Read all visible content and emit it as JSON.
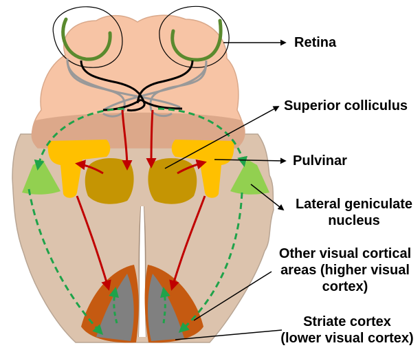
{
  "labels": {
    "retina": "Retina",
    "superior_colliculus": "Superior colliculus",
    "pulvinar": "Pulvinar",
    "lgn_line1": "Lateral geniculate",
    "lgn_line2": "nucleus",
    "other_line1": "Other visual cortical",
    "other_line2": "areas (higher visual",
    "other_line3": "cortex)",
    "striate_line1": "Striate cortex",
    "striate_line2": "(lower visual cortex)"
  },
  "colors": {
    "brainstem": "#f7c4a5",
    "midbrain_band": "#dca88a",
    "cerebrum": "#dcc3ad",
    "retina": "#5a8a2e",
    "superior_colliculus": "#c59503",
    "pulvinar": "#ffc000",
    "lgn": "#92d050",
    "higher_cortex": "#c55a11",
    "striate_cortex": "#808080",
    "collicular_path": "#c00000",
    "geniculate_path": "#1fa34a",
    "nerve_gray": "#999999",
    "nerve_black": "#000000"
  }
}
